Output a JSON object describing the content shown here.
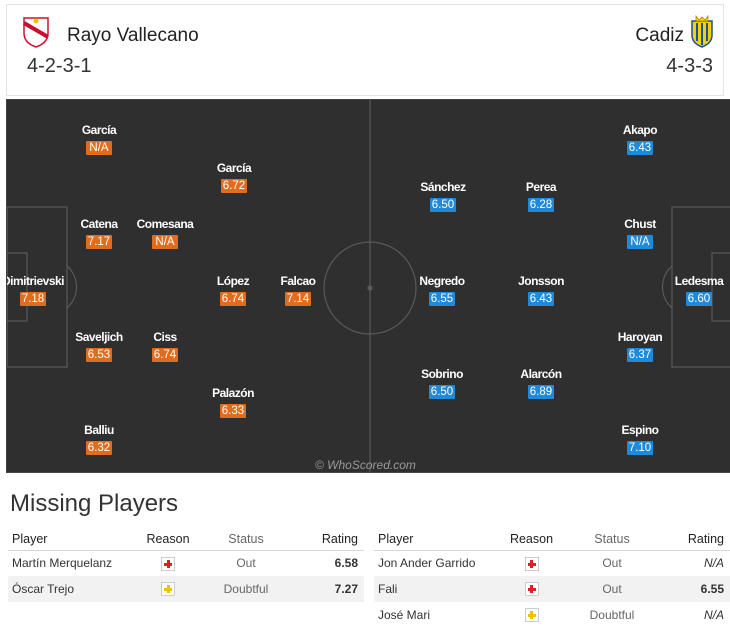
{
  "home": {
    "name": "Rayo Vallecano",
    "formation": "4-2-3-1",
    "crest_icon": "rayo-vallecano-crest-icon",
    "color": "#e06c1f",
    "players": [
      {
        "name": "García",
        "rating": "N/A"
      },
      {
        "name": "García",
        "rating": "6.72"
      },
      {
        "name": "Catena",
        "rating": "7.17"
      },
      {
        "name": "Comesana",
        "rating": "N/A"
      },
      {
        "name": "Dimitrievski",
        "rating": "7.18"
      },
      {
        "name": "López",
        "rating": "6.74"
      },
      {
        "name": "Falcao",
        "rating": "7.14"
      },
      {
        "name": "Saveljich",
        "rating": "6.53"
      },
      {
        "name": "Ciss",
        "rating": "6.74"
      },
      {
        "name": "Palazón",
        "rating": "6.33"
      },
      {
        "name": "Balliu",
        "rating": "6.32"
      }
    ]
  },
  "away": {
    "name": "Cadiz",
    "formation": "4-3-3",
    "crest_icon": "cadiz-crest-icon",
    "color": "#1f8ad9",
    "players": [
      {
        "name": "Akapo",
        "rating": "6.43"
      },
      {
        "name": "Sánchez",
        "rating": "6.50"
      },
      {
        "name": "Perea",
        "rating": "6.28"
      },
      {
        "name": "Chust",
        "rating": "N/A"
      },
      {
        "name": "Negredo",
        "rating": "6.55"
      },
      {
        "name": "Jonsson",
        "rating": "6.43"
      },
      {
        "name": "Ledesma",
        "rating": "6.60"
      },
      {
        "name": "Haroyan",
        "rating": "6.37"
      },
      {
        "name": "Sobrino",
        "rating": "6.50"
      },
      {
        "name": "Alarcón",
        "rating": "6.89"
      },
      {
        "name": "Espino",
        "rating": "7.10"
      }
    ]
  },
  "watermark": "© WhoScored.com",
  "missing": {
    "title": "Missing Players",
    "headers": {
      "player": "Player",
      "reason": "Reason",
      "status": "Status",
      "rating": "Rating"
    },
    "home": [
      {
        "player": "Martín Merquelanz",
        "reason": "injury-icon",
        "status": "Out",
        "rating": "6.58"
      },
      {
        "player": "Óscar Trejo",
        "reason": "doubtful-icon",
        "status": "Doubtful",
        "rating": "7.27"
      }
    ],
    "away": [
      {
        "player": "Jon Ander Garrido",
        "reason": "injury-icon",
        "status": "Out",
        "rating": "N/A"
      },
      {
        "player": "Fali",
        "reason": "injury-icon",
        "status": "Out",
        "rating": "6.55"
      },
      {
        "player": "José Mari",
        "reason": "doubtful-icon",
        "status": "Doubtful",
        "rating": "N/A"
      }
    ]
  }
}
